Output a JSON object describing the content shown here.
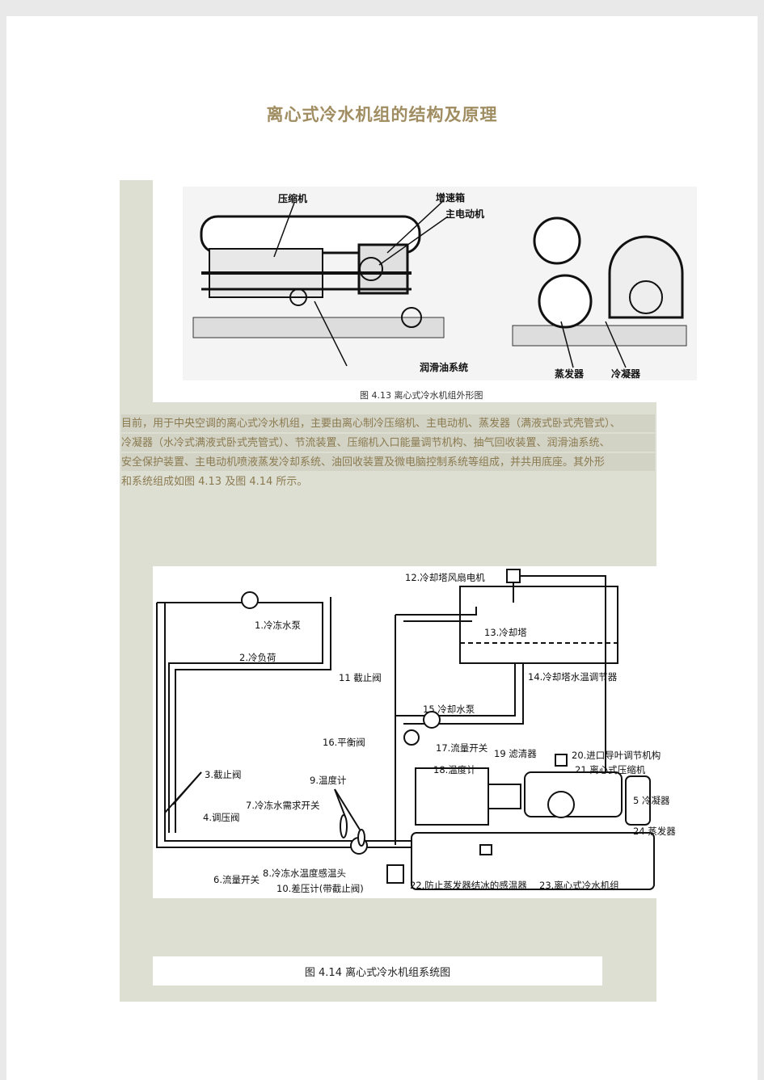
{
  "title": "离心式冷水机组的结构及原理",
  "figure1": {
    "caption": "图 4.13  离心式冷水机组外形图",
    "labels": {
      "compressor": "压缩机",
      "gearbox": "增速箱",
      "motor": "主电动机",
      "oil_system": "润滑油系统",
      "evaporator": "蒸发器",
      "condenser": "冷凝器"
    }
  },
  "paragraph": {
    "lines": [
      "目前，用于中央空调的离心式冷水机组，主要由离心制冷压缩机、主电动机、蒸发器（满液式卧式壳管式）、",
      "冷凝器（水冷式满液式卧式壳管式）、节流装置、压缩机入口能量调节机构、抽气回收装置、润滑油系统、",
      "安全保护装置、主电动机喷液蒸发冷却系统、油回收装置及微电脑控制系统等组成，并共用底座。其外形",
      "和系统组成如图 4.13 及图 4.14 所示。"
    ]
  },
  "figure2": {
    "caption": "图 4.14  离心式冷水机组系统图",
    "labels": {
      "l1": "1.冷冻水泵",
      "l2": "2.冷负荷",
      "l3": "3.截止阀",
      "l4": "4.调压阀",
      "l5": "5 冷凝器",
      "l6": "6.流量开关",
      "l7": "7.冷冻水需求开关",
      "l8": "8.冷冻水温度感温头",
      "l9": "9.温度计",
      "l10": "10.差压计(带截止阀)",
      "l11": "11 截止阀",
      "l12": "12.冷却塔风扇电机",
      "l13": "13.冷却塔",
      "l14": "14.冷却塔水温调节器",
      "l15": "15 冷却水泵",
      "l16": "16.平衡阀",
      "l17": "17.流量开关",
      "l18": "18.温度计",
      "l19": "19  滤清器",
      "l20": "20.进口导叶调节机构",
      "l21": "21.离心式压缩机",
      "l22": "22.防止蒸发器结冰的感温器",
      "l23": "23.离心式冷水机组",
      "l24": "24  蒸发器"
    }
  }
}
